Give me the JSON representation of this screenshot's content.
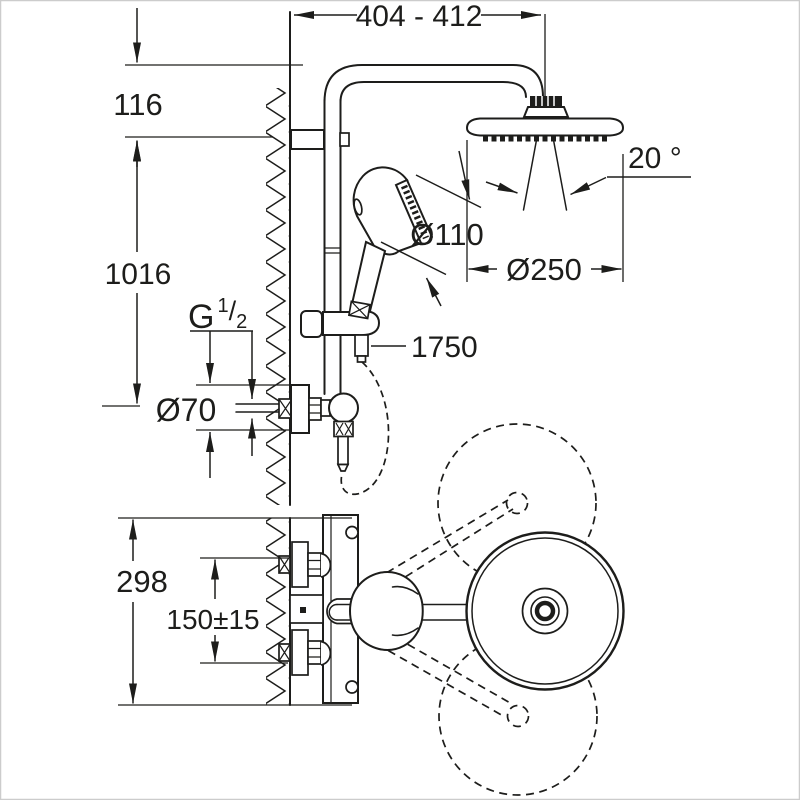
{
  "drawing": {
    "kind": "shower-system-technical-drawing",
    "colors": {
      "line": "#1d1d1b",
      "background": "#ffffff",
      "frame": "#cccccc"
    }
  },
  "front_view": {
    "width_range_label": "404 - 412",
    "top_offset_label": "116",
    "column_height_label": "1016",
    "thread_g": "G",
    "thread_numerator": "1",
    "thread_slash": "/",
    "thread_denominator": "2",
    "escutcheon_diameter_label": "Ø70",
    "hand_shower_diameter_label": "Ø110",
    "head_shower_diameter_label": "Ø250",
    "spray_angle_label": "20 °",
    "hose_length_label": "1750"
  },
  "top_view": {
    "depth_label": "298",
    "inlet_spacing_label": "150±15"
  }
}
